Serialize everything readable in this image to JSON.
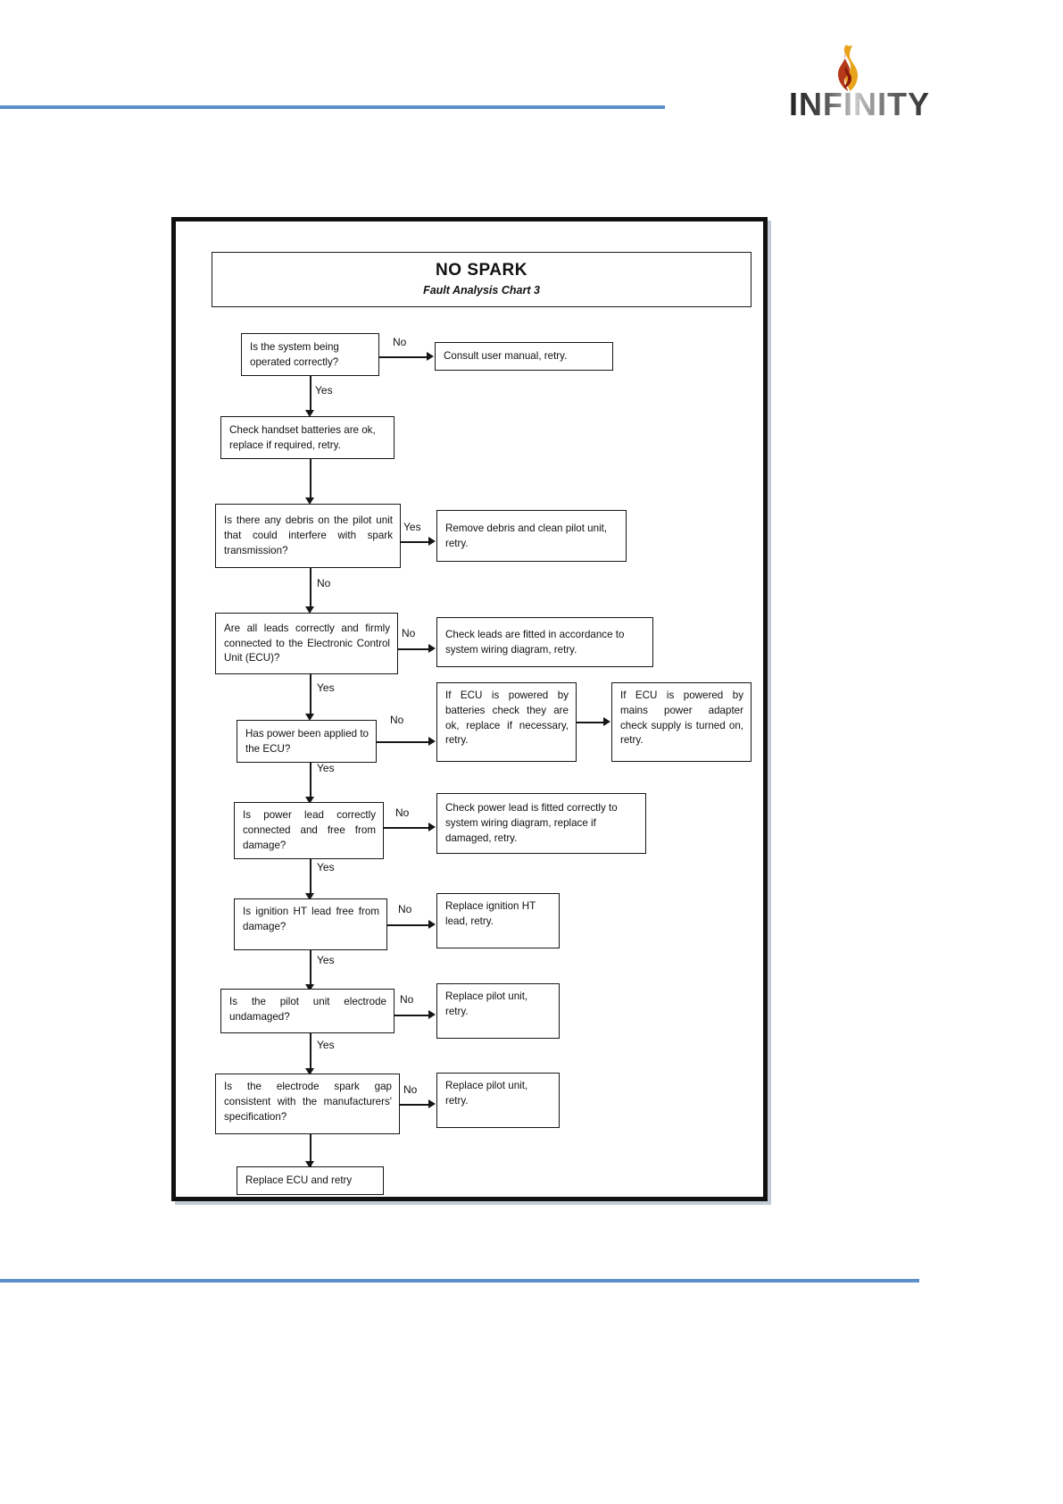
{
  "logo": {
    "wordmark": "INFINITY",
    "flame_colors": [
      "#f0a500",
      "#d4541f",
      "#8c1b0b"
    ]
  },
  "accent_color": "#5b8fc9",
  "chart": {
    "title": "NO SPARK",
    "subtitle": "Fault Analysis Chart 3",
    "type": "flowchart",
    "nodes": [
      {
        "id": "q1",
        "kind": "decision",
        "text": "Is the system being operated correctly?"
      },
      {
        "id": "a1",
        "kind": "action",
        "text": "Consult user manual, retry."
      },
      {
        "id": "a2",
        "kind": "action",
        "text": "Check handset batteries are ok, replace if required, retry."
      },
      {
        "id": "q2",
        "kind": "decision",
        "text": "Is there any debris on the pilot unit that could interfere with spark transmission?"
      },
      {
        "id": "a3",
        "kind": "action",
        "text": "Remove debris and clean pilot unit, retry."
      },
      {
        "id": "q3",
        "kind": "decision",
        "text": "Are all leads correctly and firmly connected to the Electronic Control Unit (ECU)?"
      },
      {
        "id": "a4",
        "kind": "action",
        "text": "Check leads are fitted in accordance to system wiring diagram, retry."
      },
      {
        "id": "q4",
        "kind": "decision",
        "text": "Has power been applied to the ECU?"
      },
      {
        "id": "a5",
        "kind": "action",
        "text": "If ECU is powered by batteries check they are ok, replace if necessary, retry."
      },
      {
        "id": "a6",
        "kind": "action",
        "text": "If ECU is powered by mains power adapter check supply is turned on, retry."
      },
      {
        "id": "q5",
        "kind": "decision",
        "text": "Is power lead correctly connected and free from damage?"
      },
      {
        "id": "a7",
        "kind": "action",
        "text": "Check power lead is fitted correctly to system wiring diagram, replace if damaged, retry."
      },
      {
        "id": "q6",
        "kind": "decision",
        "text": "Is ignition HT lead free from damage?"
      },
      {
        "id": "a8",
        "kind": "action",
        "text": "Replace ignition HT lead, retry."
      },
      {
        "id": "q7",
        "kind": "decision",
        "text": "Is the pilot unit electrode undamaged?"
      },
      {
        "id": "a9",
        "kind": "action",
        "text": "Replace pilot unit, retry."
      },
      {
        "id": "q8",
        "kind": "decision",
        "text": "Is the electrode spark gap consistent with the manufacturers' specification?"
      },
      {
        "id": "a10",
        "kind": "action",
        "text": "Replace pilot unit, retry."
      },
      {
        "id": "a11",
        "kind": "action",
        "text": "Replace ECU and retry"
      }
    ],
    "edges": [
      {
        "from": "q1",
        "to": "a1",
        "label": "No"
      },
      {
        "from": "q1",
        "to": "a2",
        "label": "Yes"
      },
      {
        "from": "a2",
        "to": "q2",
        "label": ""
      },
      {
        "from": "q2",
        "to": "a3",
        "label": "Yes"
      },
      {
        "from": "q2",
        "to": "q3",
        "label": "No"
      },
      {
        "from": "q3",
        "to": "a4",
        "label": "No"
      },
      {
        "from": "q3",
        "to": "q4",
        "label": "Yes"
      },
      {
        "from": "q4",
        "to": "a5",
        "label": "No"
      },
      {
        "from": "a5",
        "to": "a6",
        "label": ""
      },
      {
        "from": "q4",
        "to": "q5",
        "label": "Yes"
      },
      {
        "from": "q5",
        "to": "a7",
        "label": "No"
      },
      {
        "from": "q5",
        "to": "q6",
        "label": "Yes"
      },
      {
        "from": "q6",
        "to": "a8",
        "label": "No"
      },
      {
        "from": "q6",
        "to": "q7",
        "label": "Yes"
      },
      {
        "from": "q7",
        "to": "a9",
        "label": "No"
      },
      {
        "from": "q7",
        "to": "q8",
        "label": "Yes"
      },
      {
        "from": "q8",
        "to": "a10",
        "label": "No"
      },
      {
        "from": "q8",
        "to": "a11",
        "label": ""
      }
    ],
    "edge_labels": {
      "l1_no": "No",
      "l1_yes": "Yes",
      "l2_yes": "Yes",
      "l2_no": "No",
      "l3_no": "No",
      "l3_yes": "Yes",
      "l4_no": "No",
      "l4_yes": "Yes",
      "l5_no": "No",
      "l5_yes": "Yes",
      "l6_no": "No",
      "l6_yes": "Yes",
      "l7_no": "No",
      "l7_yes": "Yes",
      "l8_no": "No"
    }
  }
}
